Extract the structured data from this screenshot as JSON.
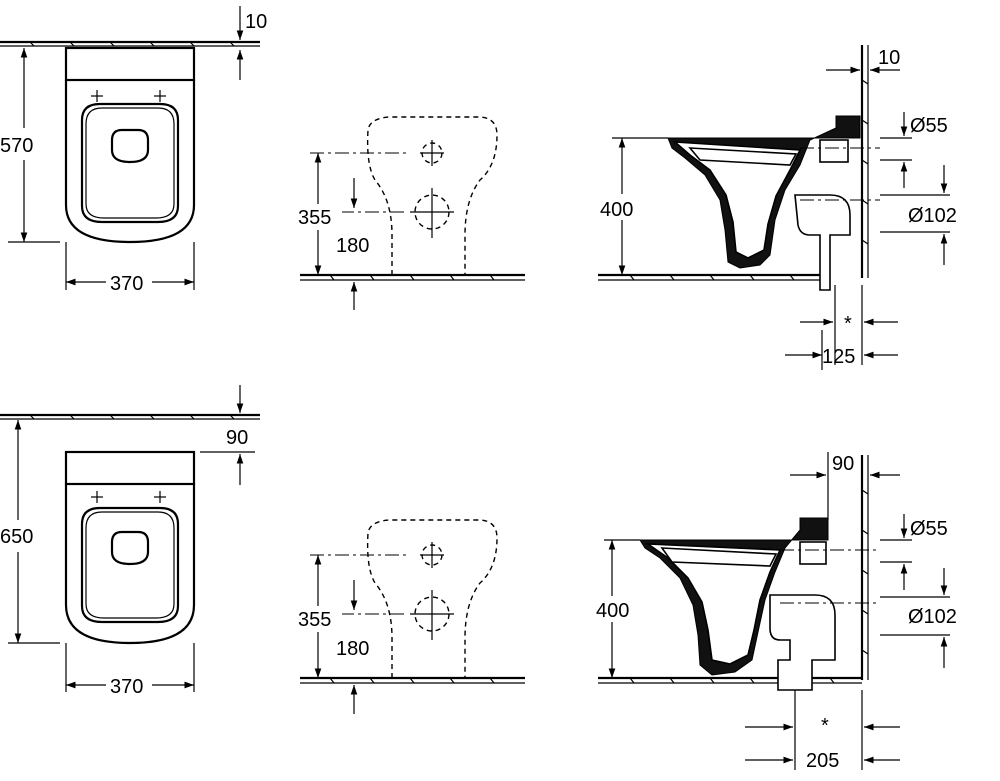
{
  "variants": [
    {
      "wall_gap": "10",
      "depth": "570",
      "width": "370",
      "rear_height_top": "355",
      "rear_height_bottom": "180",
      "bowl_height": "400",
      "wall_offset": "10",
      "inlet_diameter": "Ø55",
      "outlet_diameter": "Ø102",
      "outlet_distance": "125",
      "outlet_note": "*"
    },
    {
      "wall_gap": "90",
      "depth": "650",
      "width": "370",
      "rear_height_top": "355",
      "rear_height_bottom": "180",
      "bowl_height": "400",
      "wall_offset": "90",
      "inlet_diameter": "Ø55",
      "outlet_diameter": "Ø102",
      "outlet_distance": "205",
      "outlet_note": "*"
    }
  ]
}
